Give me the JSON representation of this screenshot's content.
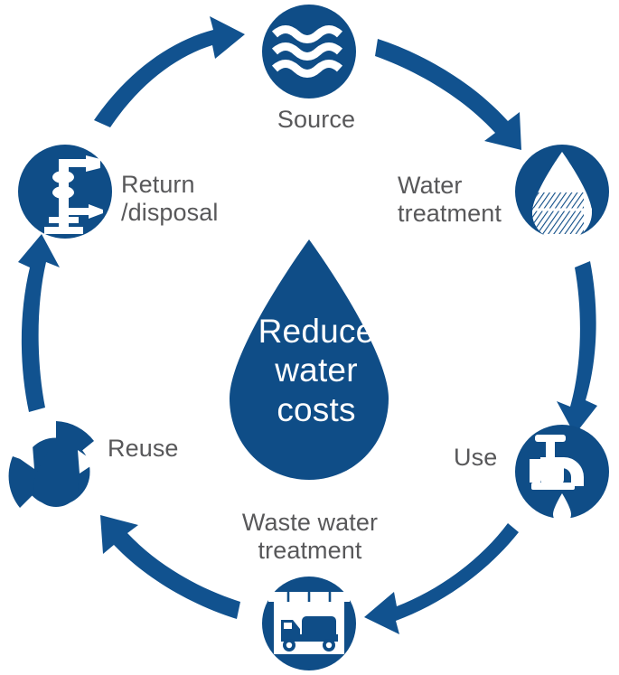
{
  "diagram": {
    "title": "Water cycle cost reduction diagram",
    "center": {
      "name": "reduce-water-costs-drop",
      "text": "Reduce\nwater\ncosts",
      "shape": "water-drop",
      "fill": "#0f4d87",
      "text_color": "#ffffff"
    },
    "colors": {
      "brand_blue": "#0f4d87",
      "arrow_blue": "#11528f",
      "icon_white": "#ffffff",
      "label_gray": "#58585a",
      "background": "#ffffff"
    },
    "flow_direction": "clockwise",
    "nodes": [
      {
        "id": "source",
        "label": "Source",
        "icon": "water-waves-icon",
        "position": "top"
      },
      {
        "id": "water-treatment",
        "label": "Water\ntreatment",
        "icon": "water-drop-filter-icon",
        "position": "upper-right"
      },
      {
        "id": "use",
        "label": "Use",
        "icon": "faucet-tap-icon",
        "position": "lower-right"
      },
      {
        "id": "waste-water-treatment",
        "label": "Waste water\ntreatment",
        "icon": "tanker-truck-icon",
        "position": "bottom"
      },
      {
        "id": "reuse",
        "label": "Reuse",
        "icon": "recycle-drop-icon",
        "position": "lower-left"
      },
      {
        "id": "return-disposal",
        "label": "Return\n/disposal",
        "icon": "wellhead-injection-icon",
        "position": "upper-left"
      }
    ],
    "arrows": [
      {
        "id": "arrow-source-to-water-treatment",
        "from": "source",
        "to": "water-treatment"
      },
      {
        "id": "arrow-water-treatment-to-use",
        "from": "water-treatment",
        "to": "use"
      },
      {
        "id": "arrow-use-to-waste-water",
        "from": "use",
        "to": "waste-water-treatment"
      },
      {
        "id": "arrow-waste-water-to-reuse",
        "from": "waste-water-treatment",
        "to": "reuse"
      },
      {
        "id": "arrow-reuse-to-return",
        "from": "reuse",
        "to": "return-disposal"
      },
      {
        "id": "arrow-return-to-source",
        "from": "return-disposal",
        "to": "source"
      }
    ]
  }
}
